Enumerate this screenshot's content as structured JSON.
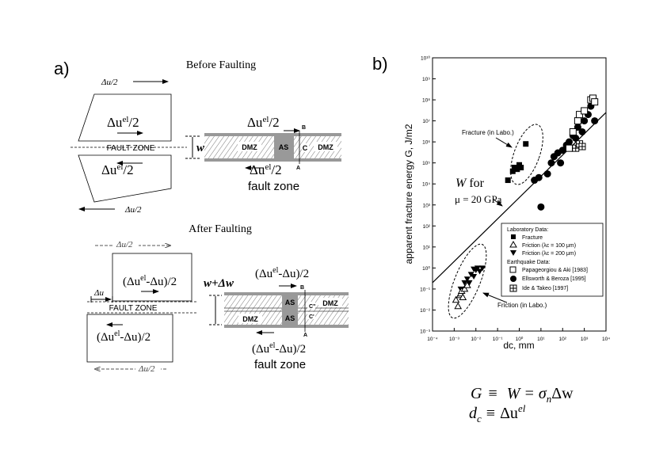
{
  "panel_a": {
    "label": "a)",
    "before": {
      "title": "Before Faulting",
      "top_shift": "Δu/2",
      "bottom_shift": "Δu/2",
      "upper_el": "Δu",
      "upper_el_sup": "el",
      "upper_el_tail": "/2",
      "lower_el": "Δu",
      "lower_el_sup": "el",
      "lower_el_tail": "/2",
      "fault_zone": "FAULT ZONE",
      "zone_top": "Δu",
      "zone_top_sup": "el",
      "zone_top_tail": "/2",
      "zone_bottom": "Δu",
      "zone_bottom_sup": "el",
      "zone_bottom_tail": "/2",
      "width": "w",
      "dmz_left": "DMZ",
      "as": "AS",
      "c": "C",
      "dmz_right": "DMZ",
      "point_b": "B",
      "point_a": "A",
      "caption": "fault zone"
    },
    "after": {
      "title": "After Faulting",
      "top_shift": "Δu/2",
      "bottom_shift": "Δu/2",
      "slip": "Δu",
      "upper": "(Δu",
      "upper_sup": "el",
      "upper_tail": "-Δu)/2",
      "lower": "(Δu",
      "lower_sup": "el",
      "lower_tail": "-Δu)/2",
      "fault_zone": "FAULT ZONE",
      "width": "w+Δw",
      "zone_top": "(Δu",
      "zone_top_sup": "el",
      "zone_top_tail": "-Δu)/2",
      "zone_bottom": "(Δu",
      "zone_bottom_sup": "el",
      "zone_bottom_tail": "-Δu)/2",
      "dmz_left": "DMZ",
      "as_upper": "AS",
      "as_lower": "AS",
      "c_upper": "C\"",
      "c_lower": "C'",
      "dmz_right": "DMZ",
      "point_b": "B",
      "point_a": "A",
      "caption": "fault zone"
    }
  },
  "panel_b": {
    "label": "b)",
    "annotation_fracture": "Fracture (in Labo.)",
    "annotation_friction": "Friction (in Labo.)",
    "w_label_1": "W",
    "w_label_1_tail": " for",
    "w_label_2": "μ = 20 GPa",
    "legend": {
      "lab_header": "Laboratory Data:",
      "fracture": "Fracture",
      "friction_100": "Friction (λc = 100 μm)",
      "friction_200": "Friction (λc = 200 μm)",
      "eq_header": "Earthquake Data:",
      "papa": "Papageorgiou & Aki [1983]",
      "ellsworth": "Ellsworth & Beroza [1995]",
      "ide": "Ide & Takeo [1997]"
    }
  },
  "formulas": {
    "line1_left": "G",
    "line1_equiv": "≡",
    "line1_right": "W = σ",
    "line1_sub": "n",
    "line1_tail": "Δw",
    "line2_left": "d",
    "line2_sub": "c",
    "line2_equiv": "≡",
    "line2_right": "Δu",
    "line2_sup": "el"
  },
  "chart_data": {
    "type": "scatter",
    "xlabel": "dc, mm",
    "ylabel": "apparent fracture energy G, J/m2",
    "x_scale": "log",
    "y_scale": "log",
    "xlim": [
      0.0001,
      10000
    ],
    "ylim": [
      0.001,
      10000000000
    ],
    "x_ticks": [
      "10⁻⁴",
      "10⁻³",
      "10⁻²",
      "10⁻¹",
      "10⁰",
      "10¹",
      "10²",
      "10³",
      "10⁴"
    ],
    "y_ticks": [
      "10⁻³",
      "10⁻²",
      "10⁻¹",
      "10⁰",
      "10¹",
      "10²",
      "10³",
      "10⁴",
      "10⁵",
      "10⁶",
      "10⁷",
      "10⁸",
      "10⁹",
      "10¹⁰"
    ],
    "grid": false,
    "legend_position": "inside-lower-right",
    "line": {
      "label": "W for μ = 20 GPa",
      "x": [
        0.0001,
        10000
      ],
      "y": [
        0.2,
        25000000
      ]
    },
    "series": [
      {
        "name": "Fracture",
        "marker": "filled-square",
        "points": [
          [
            0.3,
            15000
          ],
          [
            0.5,
            40000
          ],
          [
            0.6,
            60000
          ],
          [
            0.8,
            50000
          ],
          [
            1.0,
            80000
          ],
          [
            1.2,
            60000
          ],
          [
            2.0,
            800000
          ]
        ]
      },
      {
        "name": "Friction (λc = 100 μm)",
        "marker": "open-triangle-up",
        "points": [
          [
            0.0012,
            0.03
          ],
          [
            0.0015,
            0.015
          ],
          [
            0.0018,
            0.05
          ],
          [
            0.002,
            0.06
          ],
          [
            0.0022,
            0.08
          ],
          [
            0.0025,
            0.04
          ],
          [
            0.003,
            0.1
          ],
          [
            0.004,
            0.15
          ]
        ]
      },
      {
        "name": "Friction (λc = 200 μm)",
        "marker": "filled-triangle-down",
        "points": [
          [
            0.002,
            0.1
          ],
          [
            0.003,
            0.2
          ],
          [
            0.004,
            0.3
          ],
          [
            0.005,
            0.2
          ],
          [
            0.006,
            0.5
          ],
          [
            0.008,
            0.4
          ],
          [
            0.01,
            0.8
          ],
          [
            0.012,
            1.0
          ],
          [
            0.015,
            0.7
          ],
          [
            0.02,
            1.0
          ],
          [
            0.008,
            0.9
          ]
        ]
      },
      {
        "name": "Papageorgiou & Aki [1983]",
        "marker": "open-square",
        "points": [
          [
            200,
            500000
          ],
          [
            300,
            3000000
          ],
          [
            500,
            10000000
          ],
          [
            600,
            20000000
          ],
          [
            1000,
            30000000
          ],
          [
            2000,
            100000000
          ],
          [
            2500,
            120000000
          ],
          [
            3000,
            80000000
          ]
        ]
      },
      {
        "name": "Ellsworth & Beroza [1995]",
        "marker": "filled-circle",
        "points": [
          [
            10,
            800
          ],
          [
            5,
            15000
          ],
          [
            8,
            20000
          ],
          [
            20,
            30000
          ],
          [
            30,
            100000
          ],
          [
            40,
            200000
          ],
          [
            60,
            300000
          ],
          [
            100,
            400000
          ],
          [
            150,
            700000
          ],
          [
            200,
            1000000
          ],
          [
            300,
            2000000
          ],
          [
            400,
            1500000
          ],
          [
            500,
            5000000
          ],
          [
            800,
            3000000
          ],
          [
            1000,
            10000000
          ],
          [
            1500,
            20000000
          ],
          [
            2000,
            50000000
          ],
          [
            3000,
            10000000
          ],
          [
            80,
            100000
          ],
          [
            250,
            500000
          ]
        ]
      },
      {
        "name": "Ide & Takeo [1997]",
        "marker": "crossed-square",
        "points": [
          [
            400,
            500000
          ],
          [
            600,
            800000
          ],
          [
            800,
            600000
          ]
        ]
      }
    ]
  }
}
